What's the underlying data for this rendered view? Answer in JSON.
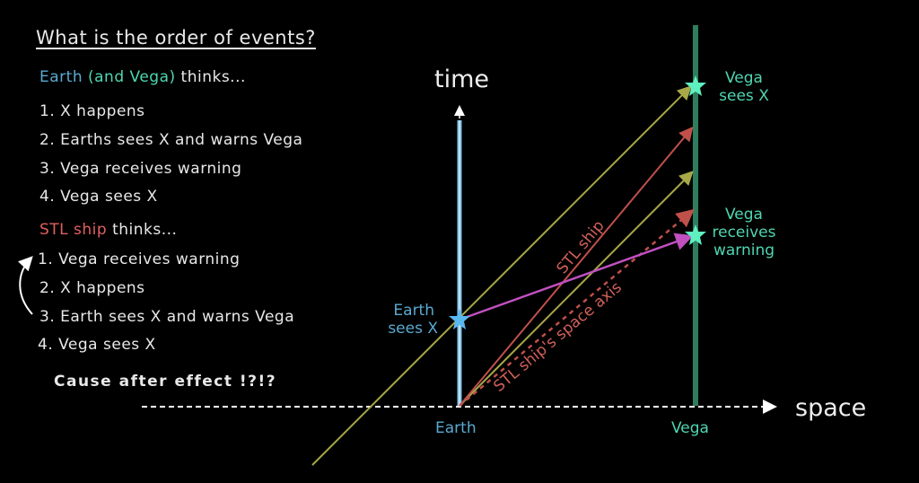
{
  "title": "What is the order of events?",
  "earth_heading": {
    "earth": "Earth",
    "and_vega": "(and Vega)",
    "thinks": "thinks..."
  },
  "earth_list": [
    "1. X happens",
    "2. Earths sees X and warns Vega",
    "3. Vega receives warning",
    "4. Vega sees X"
  ],
  "ship_heading": {
    "ship": "STL ship",
    "thinks": "thinks..."
  },
  "ship_list": [
    "1. Vega receives warning",
    "2. X happens",
    "3. Earth sees X and warns Vega",
    "4. Vega sees X"
  ],
  "conclusion": "Cause after effect !?!?",
  "diagram": {
    "time_label": "time",
    "space_label": "space",
    "earth_label": "Earth",
    "vega_label": "Vega",
    "earth_sees": [
      "Earth",
      "sees X"
    ],
    "vega_sees": [
      "Vega",
      "sees X"
    ],
    "vega_receives": [
      "Vega",
      "receives",
      "warning"
    ],
    "ship_label": "STL ship",
    "ship_axis_label": "STL ship's space axis"
  },
  "colors": {
    "earth": "#5aa9d0",
    "vega": "#2e7d5e",
    "star_vega": "#5ff0c0",
    "star_earth": "#5ab8f0",
    "light": "#a8a848",
    "ship": "#c0504a",
    "signal": "#c050c0"
  }
}
